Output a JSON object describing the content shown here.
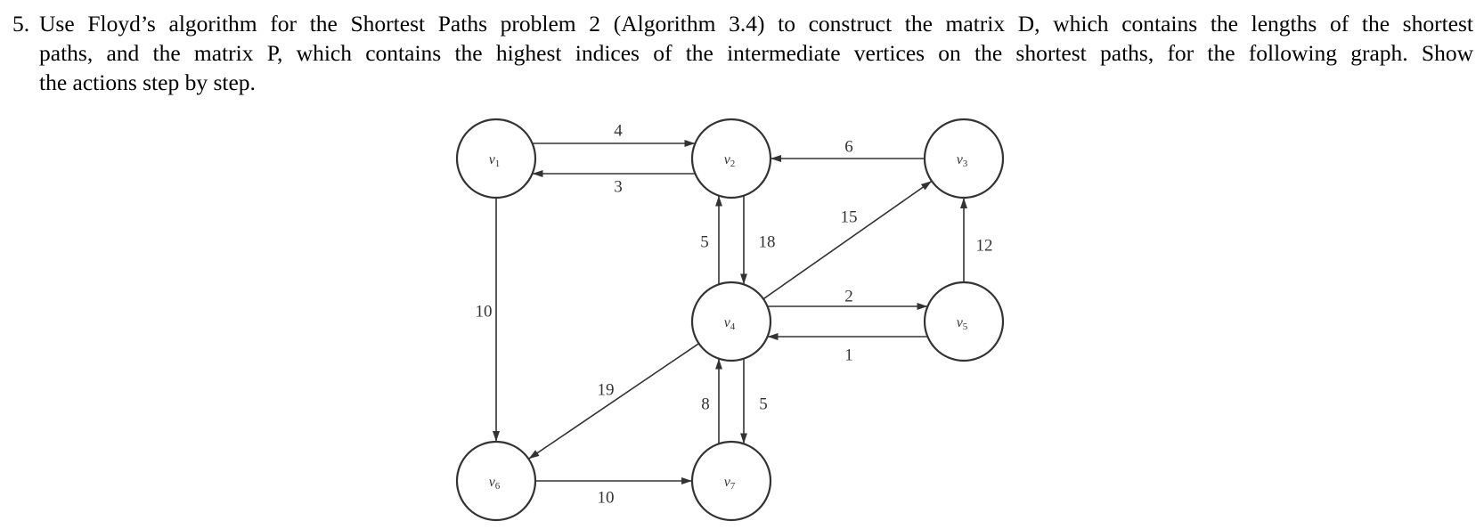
{
  "problem": {
    "number": "5.",
    "line1": "Use Floyd’s algorithm for the Shortest Paths problem 2 (Algorithm 3.4) to construct the matrix D, which contains the lengths of the shortest",
    "line2": "paths, and the matrix P, which contains the highest indices of the intermediate vertices on the shortest paths, for the following graph. Show",
    "line3": "the actions step by step."
  },
  "graph": {
    "vertices": [
      {
        "id": "v1",
        "base": "v",
        "sub": "1"
      },
      {
        "id": "v2",
        "base": "v",
        "sub": "2"
      },
      {
        "id": "v3",
        "base": "v",
        "sub": "3"
      },
      {
        "id": "v4",
        "base": "v",
        "sub": "4"
      },
      {
        "id": "v5",
        "base": "v",
        "sub": "5"
      },
      {
        "id": "v6",
        "base": "v",
        "sub": "6"
      },
      {
        "id": "v7",
        "base": "v",
        "sub": "7"
      }
    ],
    "edges": [
      {
        "from": "v1",
        "to": "v2",
        "weight": "4"
      },
      {
        "from": "v2",
        "to": "v1",
        "weight": "3"
      },
      {
        "from": "v3",
        "to": "v2",
        "weight": "6"
      },
      {
        "from": "v1",
        "to": "v6",
        "weight": "10"
      },
      {
        "from": "v4",
        "to": "v2",
        "weight": "5"
      },
      {
        "from": "v2",
        "to": "v4",
        "weight": "18"
      },
      {
        "from": "v4",
        "to": "v3",
        "weight": "15"
      },
      {
        "from": "v5",
        "to": "v3",
        "weight": "12"
      },
      {
        "from": "v4",
        "to": "v5",
        "weight": "2"
      },
      {
        "from": "v5",
        "to": "v4",
        "weight": "1"
      },
      {
        "from": "v4",
        "to": "v6",
        "weight": "19"
      },
      {
        "from": "v7",
        "to": "v4",
        "weight": "8"
      },
      {
        "from": "v4",
        "to": "v7",
        "weight": "5"
      },
      {
        "from": "v6",
        "to": "v7",
        "weight": "10"
      }
    ]
  }
}
